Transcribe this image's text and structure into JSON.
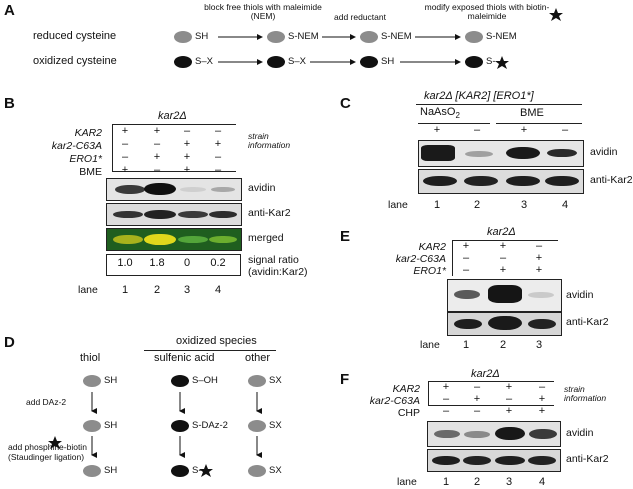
{
  "panelA": {
    "letter": "A",
    "step1": "block free thiols with maleimide (NEM)",
    "step2": "add reductant",
    "step3": "modify exposed thiols with biotin-maleimide",
    "rowReduced": "reduced cysteine",
    "rowOxidized": "oxidized cysteine",
    "reduced": [
      "SH",
      "S-NEM",
      "S-NEM",
      "S-NEM"
    ],
    "oxidized": [
      "S–X",
      "S–X",
      "SH",
      "S-"
    ]
  },
  "panelB": {
    "letter": "B",
    "title": "kar2Δ",
    "rows": [
      {
        "label": "KAR2",
        "italic": true,
        "marks": [
          "+",
          "+",
          "–",
          "–"
        ]
      },
      {
        "label": "kar2-C63A",
        "italic": true,
        "marks": [
          "–",
          "–",
          "+",
          "+"
        ]
      },
      {
        "label": "ERO1*",
        "italic": true,
        "marks": [
          "–",
          "+",
          "+",
          "–"
        ]
      },
      {
        "label": "BME",
        "italic": false,
        "marks": [
          "+",
          "–",
          "+",
          "–"
        ]
      }
    ],
    "strainInfo": "strain information",
    "blots": [
      "avidin",
      "anti-Kar2",
      "merged"
    ],
    "ratios": [
      "1.0",
      "1.8",
      "0",
      "0.2"
    ],
    "ratioLabel1": "signal ratio",
    "ratioLabel2": "(avidin:Kar2)",
    "laneLabel": "lane",
    "lanes": [
      "1",
      "2",
      "3",
      "4"
    ]
  },
  "panelC": {
    "letter": "C",
    "title": "kar2Δ [KAR2] [ERO1*]",
    "group1": "NaAsO",
    "group1sub": "2",
    "group2": "BME",
    "marks": [
      "+",
      "–",
      "+",
      "–"
    ],
    "blots": [
      "avidin",
      "anti-Kar2"
    ],
    "laneLabel": "lane",
    "lanes": [
      "1",
      "2",
      "3",
      "4"
    ]
  },
  "panelD": {
    "letter": "D",
    "header": "oxidized species",
    "cols": [
      "thiol",
      "sulfenic acid",
      "other"
    ],
    "row1": [
      "SH",
      "S–OH",
      "SX"
    ],
    "row2": [
      "SH",
      "S-DAz-2",
      "SX"
    ],
    "row3": [
      "SH",
      "S-",
      "SX"
    ],
    "step1": "add DAz-2",
    "step2a": "add phosphine-biotin",
    "step2b": "(Staudinger ligation)"
  },
  "panelE": {
    "letter": "E",
    "title": "kar2Δ",
    "rows": [
      {
        "label": "KAR2",
        "marks": [
          "+",
          "+",
          "–"
        ]
      },
      {
        "label": "kar2-C63A",
        "marks": [
          "–",
          "–",
          "+"
        ]
      },
      {
        "label": "ERO1*",
        "marks": [
          "–",
          "+",
          "+"
        ]
      }
    ],
    "blots": [
      "avidin",
      "anti-Kar2"
    ],
    "laneLabel": "lane",
    "lanes": [
      "1",
      "2",
      "3"
    ]
  },
  "panelF": {
    "letter": "F",
    "title": "kar2Δ",
    "rows": [
      {
        "label": "KAR2",
        "italic": true,
        "marks": [
          "+",
          "–",
          "+",
          "–"
        ]
      },
      {
        "label": "kar2-C63A",
        "italic": true,
        "marks": [
          "–",
          "+",
          "–",
          "+"
        ]
      },
      {
        "label": "CHP",
        "italic": false,
        "marks": [
          "–",
          "–",
          "+",
          "+"
        ]
      }
    ],
    "strainInfo": "strain information",
    "blots": [
      "avidin",
      "anti-Kar2"
    ],
    "laneLabel": "lane",
    "lanes": [
      "1",
      "2",
      "3",
      "4"
    ]
  },
  "colors": {
    "reducedCys": "#8c8c8c",
    "oxidizedCys": "#111111",
    "merged": "#1f5e1f",
    "mergedYellow": "#d9d21a"
  }
}
